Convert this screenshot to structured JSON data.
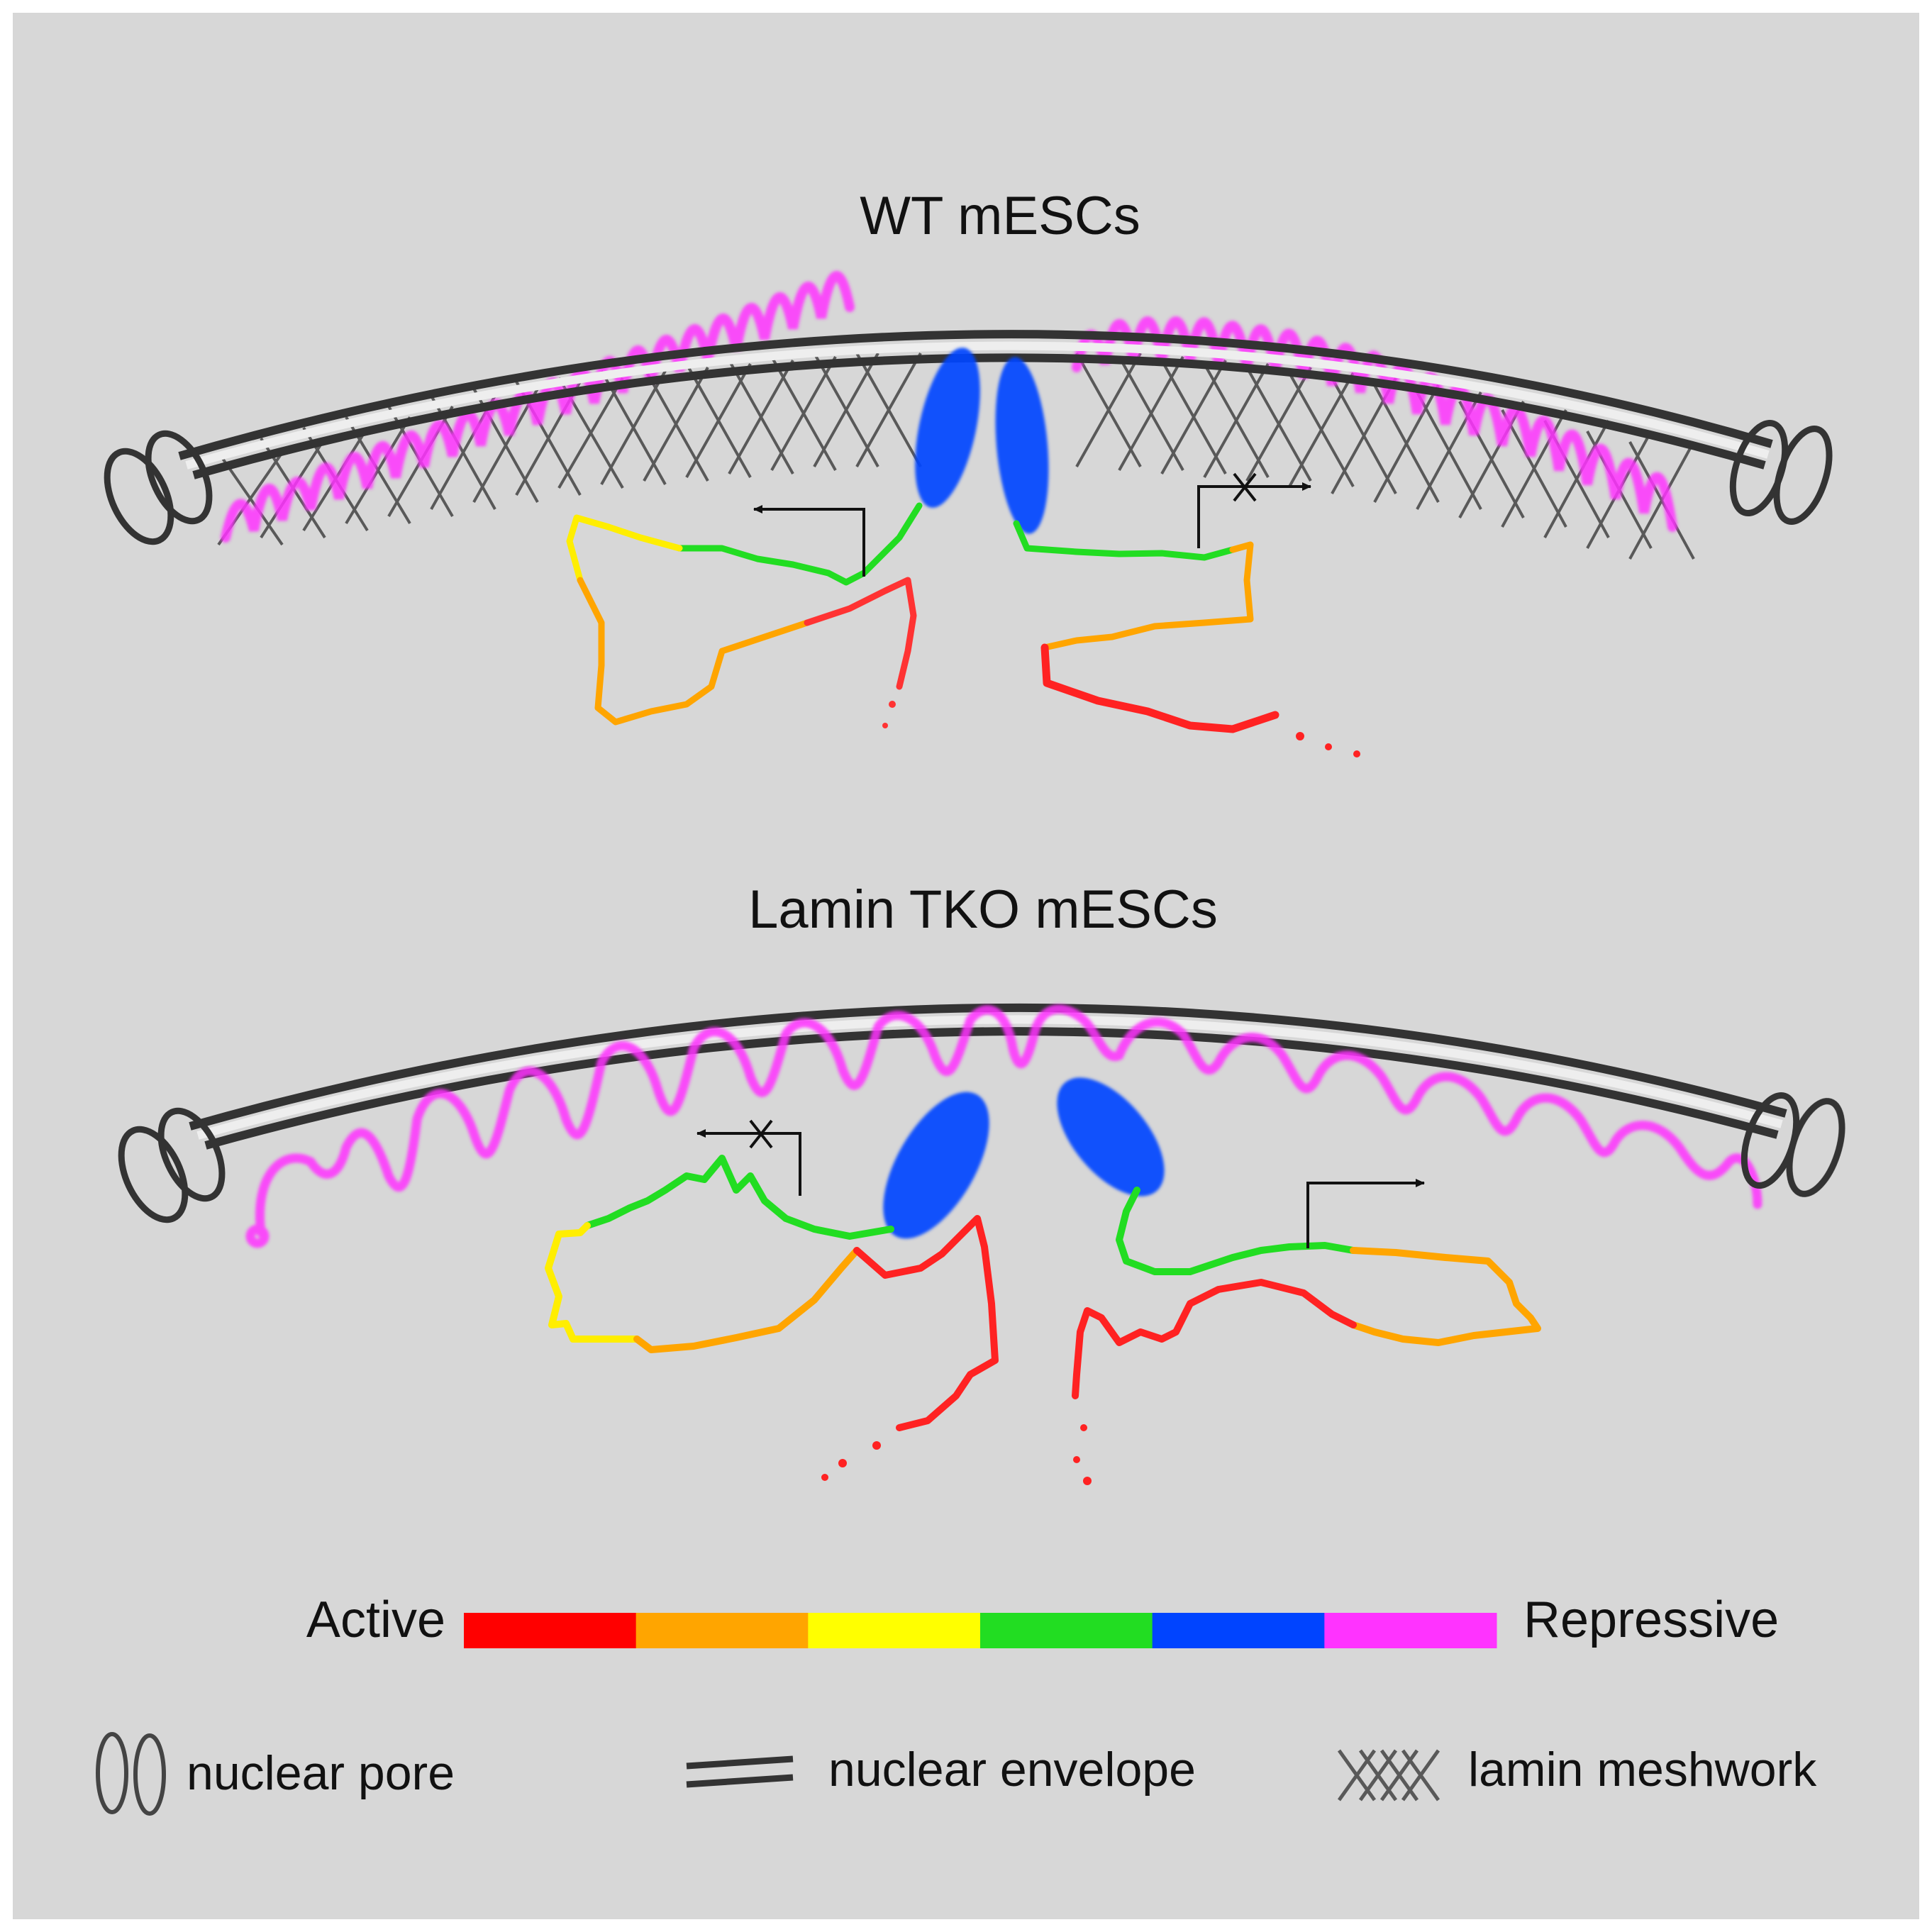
{
  "panels": {
    "wt": {
      "title": "WT mESCs"
    },
    "tko": {
      "title": "Lamin TKO mESCs"
    }
  },
  "scale": {
    "left_label": "Active",
    "right_label": "Repressive",
    "colors": [
      "#ff0000",
      "#ffa500",
      "#ffff00",
      "#22dd22",
      "#0044ff",
      "#ff33ff"
    ]
  },
  "legend": {
    "pore": "nuclear pore",
    "envelope": "nuclear envelope",
    "lamin": "lamin meshwork"
  },
  "colors": {
    "background": "#d7d7d7",
    "envelope": "#444444",
    "lamin_mesh": "#444444",
    "lad_chromatin": "#ff33ff",
    "heterochromatin_blob": "#0044ff",
    "green_region": "#22dd22",
    "yellow_region": "#ffff00",
    "orange_region": "#ffa500",
    "red_region": "#ff0000"
  },
  "icons": [
    "nuclear-pore-icon",
    "nuclear-envelope-icon",
    "lamin-meshwork-icon",
    "transcription-arrow-icon",
    "blocked-transcription-icon"
  ]
}
